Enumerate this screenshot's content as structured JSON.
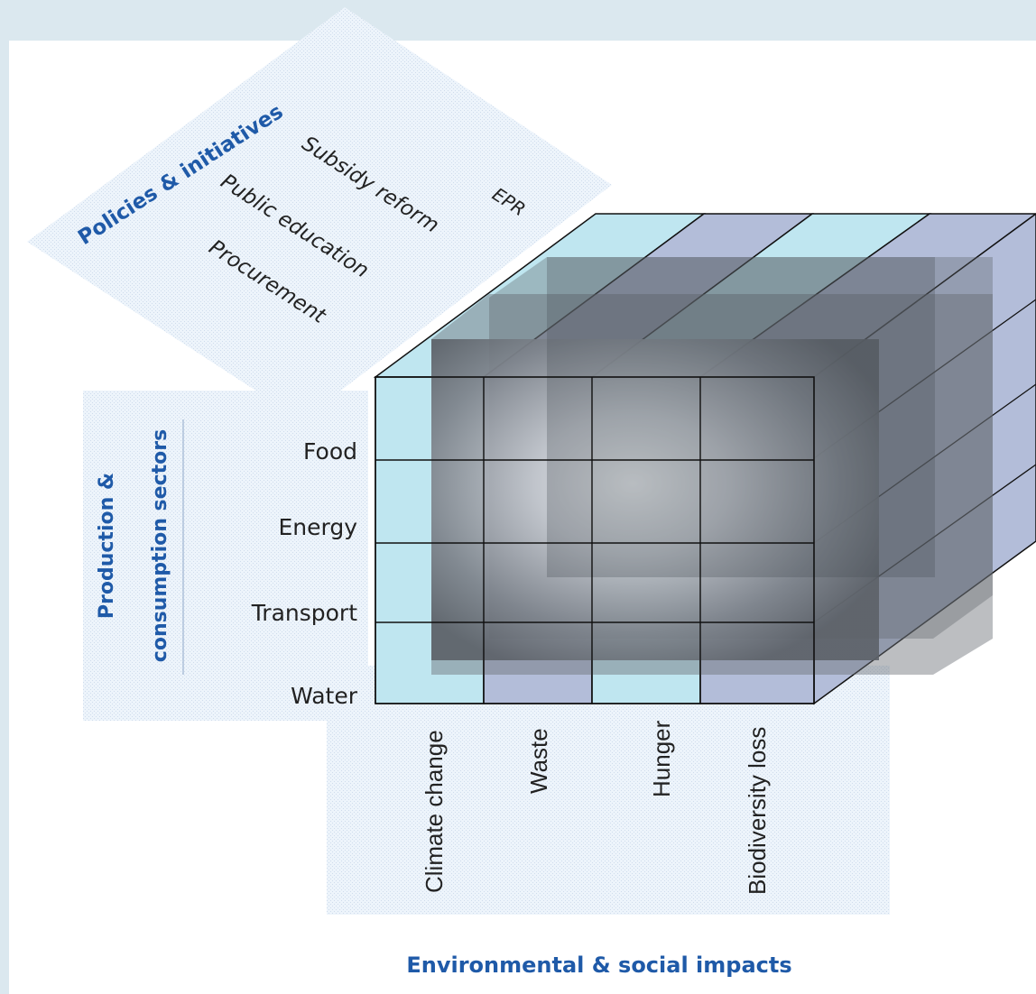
{
  "policies": {
    "title": "Policies & initiatives",
    "items": [
      "Subsidy reform",
      "EPR",
      "Public education",
      "Procurement"
    ]
  },
  "sectors": {
    "title_line1": "Production &",
    "title_line2": "consumption sectors",
    "items": [
      "Food",
      "Energy",
      "Transport",
      "Water"
    ]
  },
  "impacts": {
    "title": "Environmental & social impacts",
    "items": [
      "Climate change",
      "Waste",
      "Hunger",
      "Biodiversity loss"
    ]
  },
  "colors": {
    "background": "#dbe8ef",
    "panel": "#ffffff",
    "title_blue": "#1f5aa8",
    "cube_light_blue": "#bfe6f0",
    "cube_lavender": "#b3bdd9"
  }
}
